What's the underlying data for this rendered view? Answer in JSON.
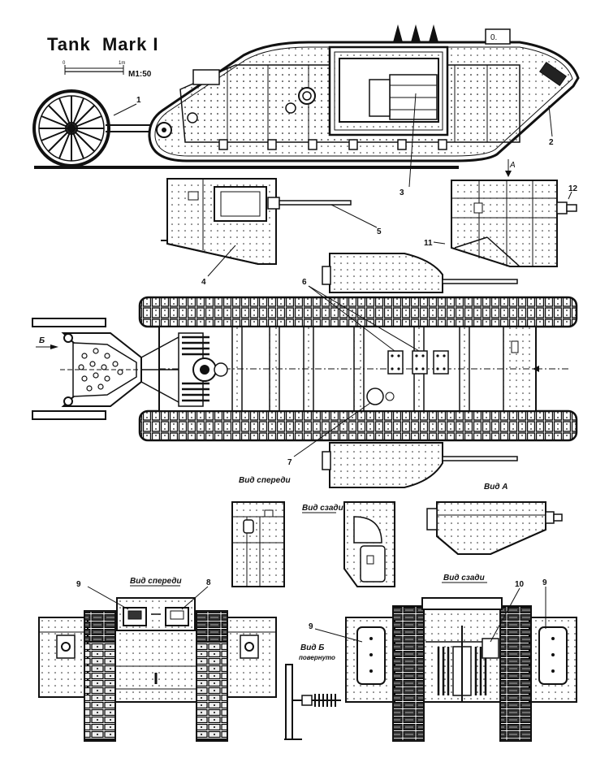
{
  "title": "Tank  Mark I",
  "scale": {
    "label": "M1:50",
    "start": "0",
    "end": "1m"
  },
  "callouts": [
    "1",
    "2",
    "3",
    "4",
    "5",
    "6",
    "7",
    "8",
    "9",
    "10",
    "11",
    "12"
  ],
  "arrows": {
    "a": "A",
    "b": "Б"
  },
  "views": {
    "front_small": "Вид спереди",
    "rear_small": "Вид сзади",
    "view_a": "Вид А",
    "front_large": "Вид спереди",
    "rear_large": "Вид сзади",
    "view_b": "Вид Б",
    "view_b_note": "повернуто"
  },
  "hatch_label": "0."
}
